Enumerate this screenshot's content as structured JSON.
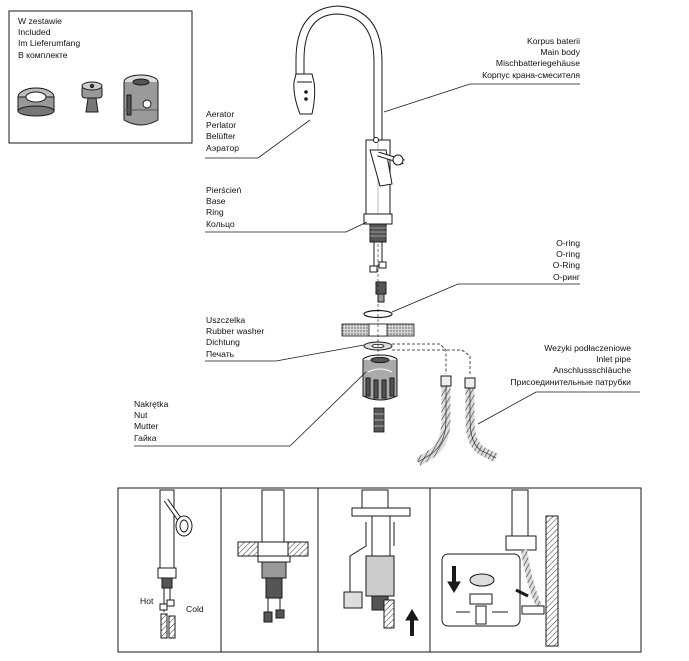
{
  "included": {
    "lines": [
      "W zestawie",
      "Included",
      "Im Lieferumfang",
      "В комплекте"
    ]
  },
  "labels": {
    "aerator": [
      "Aerator",
      "Perlator",
      "Belüfter",
      "Аэратор"
    ],
    "ring": [
      "Pierścień",
      "Base",
      "Ring",
      "Кольцо"
    ],
    "washer": [
      "Uszczelka",
      "Rubber washer",
      "Dichtung",
      "Печать"
    ],
    "nut": [
      "Nakrętka",
      "Nut",
      "Mutter",
      "Гайка"
    ],
    "body": [
      "Korpus baterii",
      "Main body",
      "Mischbatteriegehäuse",
      "Корпус крана-смесителя"
    ],
    "oring": [
      "O-ring",
      "O-ring",
      "O-Ring",
      "O-ринг"
    ],
    "inlet": [
      "Wezyki podłaczeniowe",
      "Inlet pipe",
      "Anschlussschläuche",
      "Присоединительные патрубки"
    ]
  },
  "steps": {
    "hot": "Hot",
    "cold": "Cold"
  },
  "colors": {
    "line": "#1a1a1a",
    "fill_light": "#ffffff",
    "fill_gray": "#bfbfbf",
    "fill_dark": "#4a4a4a"
  }
}
